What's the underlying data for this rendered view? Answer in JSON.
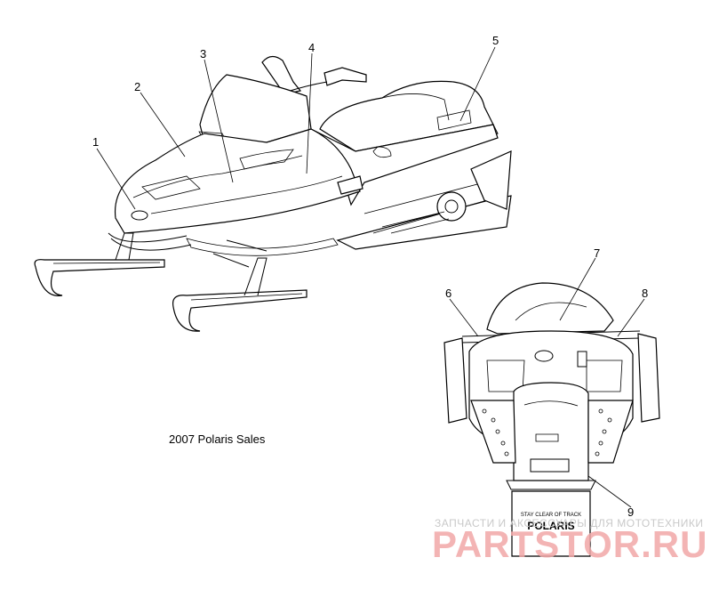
{
  "callouts": [
    {
      "id": "1",
      "label": "1"
    },
    {
      "id": "2",
      "label": "2"
    },
    {
      "id": "3",
      "label": "3"
    },
    {
      "id": "4",
      "label": "4"
    },
    {
      "id": "5",
      "label": "5"
    },
    {
      "id": "6",
      "label": "6"
    },
    {
      "id": "7",
      "label": "7"
    },
    {
      "id": "8",
      "label": "8"
    },
    {
      "id": "9",
      "label": "9"
    }
  ],
  "caption": "2007 Polaris Sales",
  "flap_text": {
    "warning": "STAY CLEAR OF TRACK",
    "brand": "POLARIS"
  },
  "watermark": {
    "top": "ЗАПЧАСТИ И АКСЕССУАРЫ ДЛЯ МОТОТЕХНИКИ",
    "main": "PARTSTOR.RU"
  }
}
